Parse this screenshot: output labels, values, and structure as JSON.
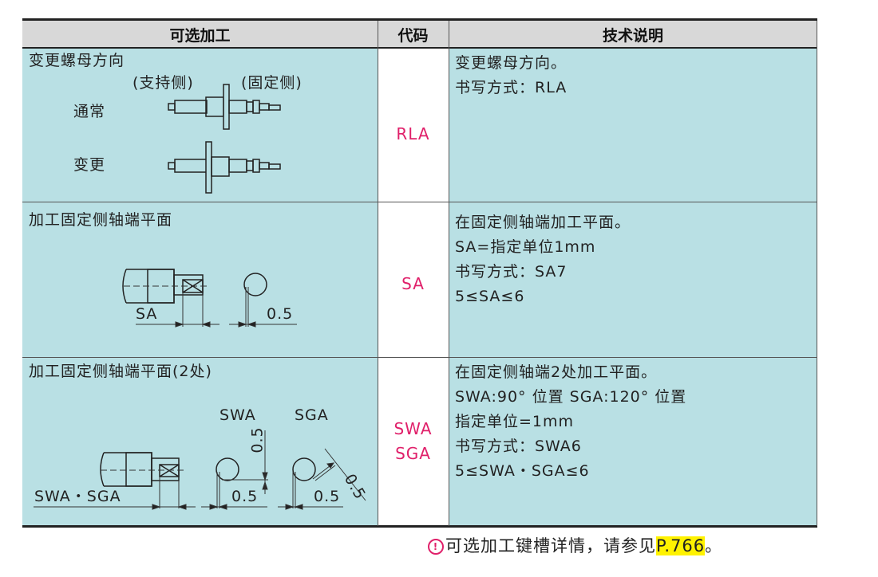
{
  "table": {
    "headers": [
      "可选加工",
      "代码",
      "技术说明"
    ],
    "rows": [
      {
        "title": "变更螺母方向",
        "support_side": "(支持侧)",
        "fixed_side": "(固定侧)",
        "normal_label": "通常",
        "changed_label": "变更",
        "code": "RLA",
        "desc": [
          "变更螺母方向。",
          "书写方式：RLA"
        ]
      },
      {
        "title": "加工固定侧轴端平面",
        "dim_label": "SA",
        "dim_value": "0.5",
        "code": "SA",
        "desc": [
          "在固定侧轴端加工平面。",
          "SA=指定单位1mm",
          "书写方式：SA7",
          "5≤SA≤6"
        ]
      },
      {
        "title": "加工固定侧轴端平面(2处)",
        "swa_label": "SWA",
        "sga_label": "SGA",
        "dim_label": "SWA・SGA",
        "dim_vertical": "0.5",
        "dim_swa": "0.5",
        "dim_sga": "0.5",
        "dim_diagonal": "0.5",
        "code_lines": [
          "SWA",
          "SGA"
        ],
        "desc": [
          "在固定侧轴端2处加工平面。",
          "SWA:90° 位置 SGA:120° 位置",
          "指定单位=1mm",
          "书写方式：SWA6",
          "5≤SWA・SGA≤6"
        ]
      }
    ]
  },
  "note": {
    "icon": "alert-circle-icon",
    "text": "可选加工键槽详情，请参见",
    "link": "P.766",
    "end": "。"
  },
  "colors": {
    "cell_bg": "#b9e0e4",
    "header_bg": "#d8d8d8",
    "code": "#e0206a",
    "highlight": "#fff200"
  }
}
